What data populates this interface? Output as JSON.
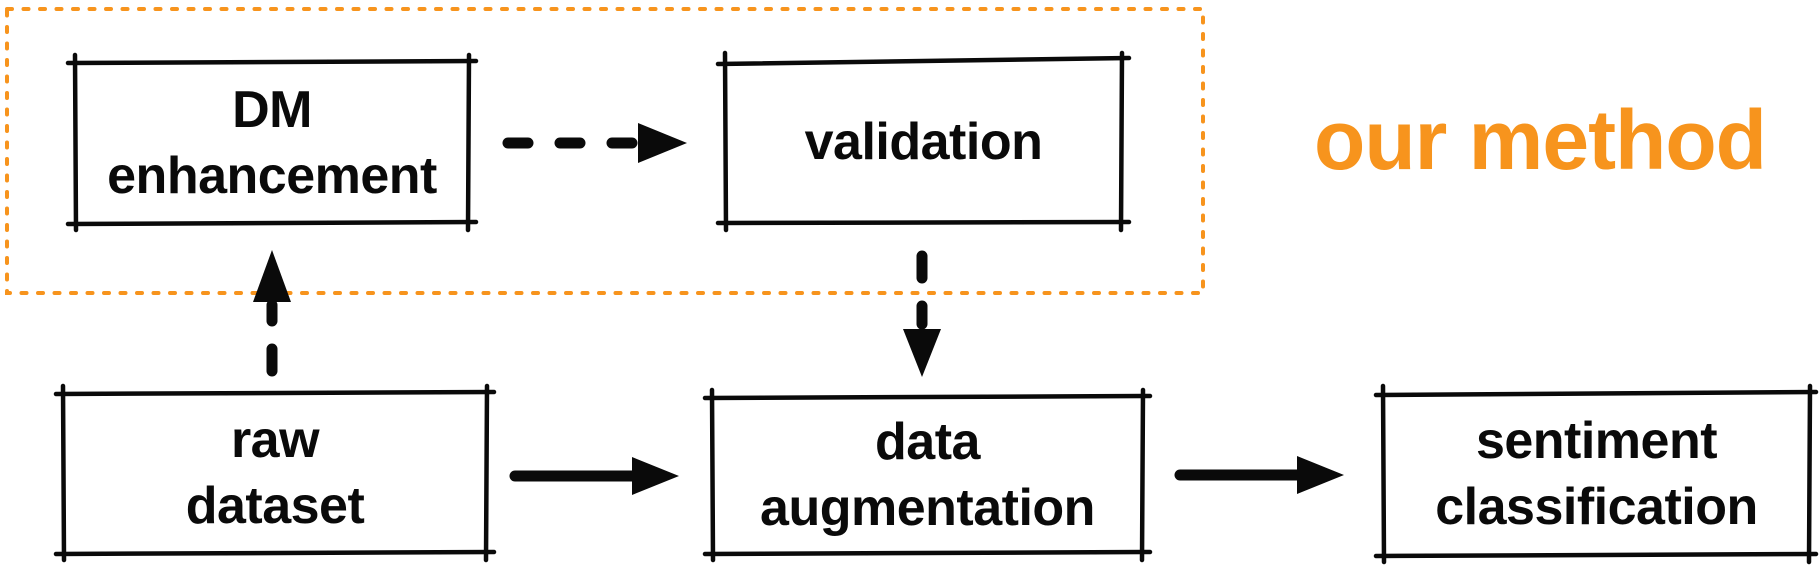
{
  "diagram": {
    "region_label": "our method",
    "colors": {
      "accent_orange": "#F7941D",
      "ink_black": "#0a0a0a",
      "background": "#ffffff"
    },
    "nodes": {
      "dm_enhancement": {
        "line1": "DM",
        "line2": "enhancement"
      },
      "validation": {
        "line1": "validation"
      },
      "raw_dataset": {
        "line1": "raw",
        "line2": "dataset"
      },
      "data_augmentation": {
        "line1": "data",
        "line2": "augmentation"
      },
      "sentiment_classification": {
        "line1": "sentiment",
        "line2": "classification"
      }
    },
    "edges": [
      {
        "from": "dm_enhancement",
        "to": "validation",
        "style": "dashed"
      },
      {
        "from": "raw_dataset",
        "to": "dm_enhancement",
        "style": "dashed"
      },
      {
        "from": "validation",
        "to": "data_augmentation",
        "style": "dashed"
      },
      {
        "from": "raw_dataset",
        "to": "data_augmentation",
        "style": "solid"
      },
      {
        "from": "data_augmentation",
        "to": "sentiment_classification",
        "style": "solid"
      }
    ]
  }
}
